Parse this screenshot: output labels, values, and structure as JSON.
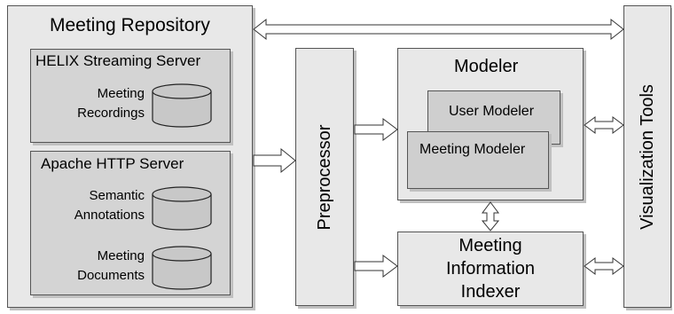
{
  "repository": {
    "title": "Meeting Repository",
    "helix": {
      "title": "HELIX Streaming Server",
      "db1": [
        "Meeting",
        "Recordings"
      ]
    },
    "apache": {
      "title": "Apache HTTP Server",
      "db1": [
        "Semantic",
        "Annotations"
      ],
      "db2": [
        "Meeting",
        "Documents"
      ]
    }
  },
  "preprocessor": {
    "label": "Preprocessor"
  },
  "modeler": {
    "title": "Modeler",
    "user": "User Modeler",
    "meeting": "Meeting Modeler"
  },
  "indexer": {
    "lines": [
      "Meeting",
      "Information",
      "Indexer"
    ]
  },
  "visualization": {
    "label": "Visualization Tools"
  }
}
